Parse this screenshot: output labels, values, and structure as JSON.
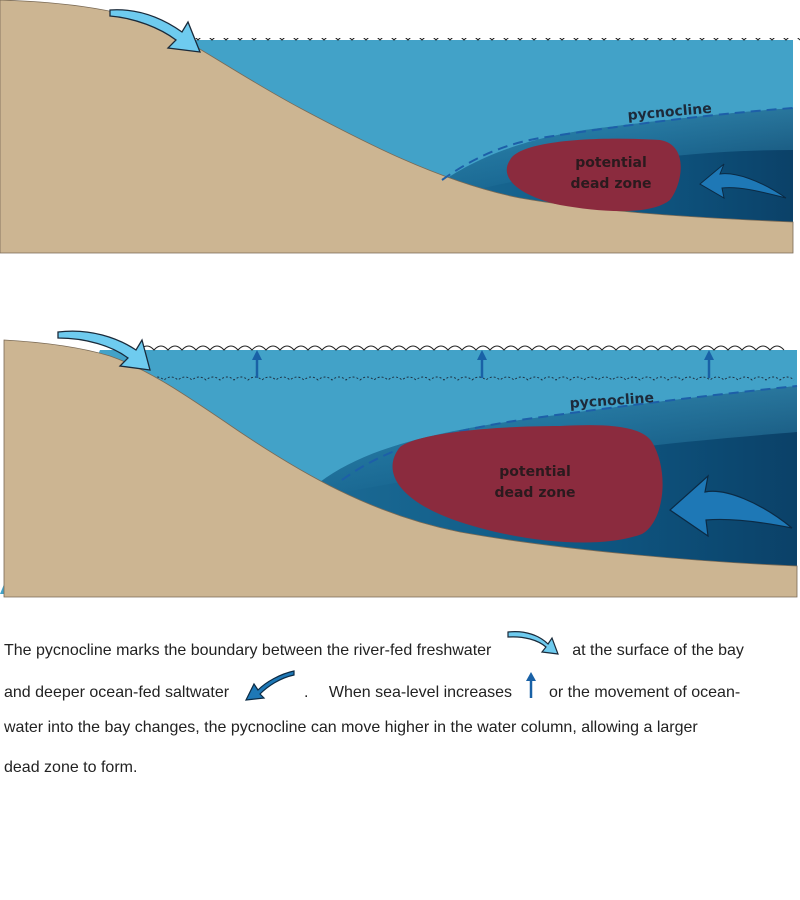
{
  "diagrams": [
    {
      "id": "current",
      "pycnocline_label": "pycnocline",
      "dead_zone_label": {
        "line1": "potential",
        "line2": "dead zone"
      }
    },
    {
      "id": "sea-level-rise",
      "pycnocline_label": "pycnocline",
      "dead_zone_label": {
        "line1": "potential",
        "line2": "dead zone"
      }
    }
  ],
  "colors": {
    "land": "#CCB592",
    "surface_water": "#42A2C8",
    "deep_water": "#0F4F78",
    "dead_zone": "#8B2B3E",
    "freshwater_arrow": "#6ECBEF",
    "saltwater_arrow": "#1E78B6",
    "rise_arrow": "#1961A6",
    "pycnocline_line": "#1D5FA8"
  },
  "icons": {
    "freshwater": "freshwater-arrow-icon",
    "saltwater": "saltwater-arrow-icon",
    "sea_level_rise": "up-arrow-icon"
  },
  "caption": {
    "line1_a": "The pycnocline marks the boundary between the river-fed freshwater",
    "line1_b": "at the surface of the bay",
    "line2_a": "and deeper ocean-fed saltwater",
    "line2_b": ".",
    "line2_c": "When sea-level increases",
    "line2_d": "or the movement of ocean-",
    "line3": "water into the bay changes, the pycnocline can move higher in the water column, allowing a larger",
    "line4": "dead zone to form."
  }
}
